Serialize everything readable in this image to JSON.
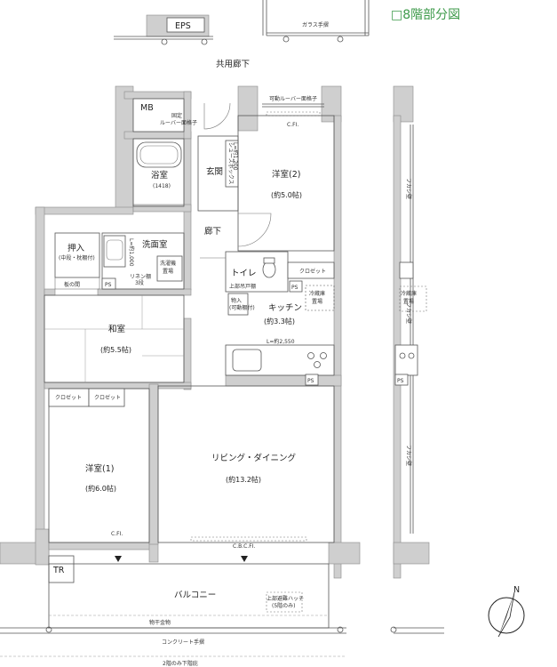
{
  "title": "□8階部分図",
  "corridor": "共用廊下",
  "eps": "EPS",
  "glass_rail_top": "ガラス手摺",
  "mb": "MB",
  "fixed_louver": [
    "固定",
    "ルーバー面格子"
  ],
  "movable_louver": "可動ルーバー面格子",
  "cfi": "C.FI.",
  "bath": {
    "name": "浴室",
    "size": "(1418)"
  },
  "entrance": "玄関",
  "shoe_box": "シューズボックス",
  "shoe_box_dim": "L=約1,200",
  "western2": {
    "name": "洋室(2)",
    "size": "(約5.0帖)"
  },
  "hall": "廊下",
  "washroom": "洗面室",
  "washer_place": [
    "洗濯機",
    "置場"
  ],
  "linen_shelf": [
    "リネン棚",
    "3段"
  ],
  "ps": "PS",
  "oshiire": {
    "name": "押入",
    "note": "(中段・枕棚付)"
  },
  "itanoma": "板の間",
  "toilet": "トイレ",
  "upper_cabinet": "上部吊戸棚",
  "closet": "クロゼット",
  "fridge": [
    "冷蔵庫",
    "置場"
  ],
  "storage": [
    "物入",
    "(可動棚付)"
  ],
  "kitchen": {
    "name": "キッチン",
    "size": "(約3.3帖)"
  },
  "counter_len": "L=約2,550",
  "washitsu": {
    "name": "和室",
    "size": "(約5.5帖)"
  },
  "western1": {
    "name": "洋室(1)",
    "size": "(約6.0帖)"
  },
  "living": {
    "name": "リビング・ダイニング",
    "size": "(約13.2帖)"
  },
  "cbcfi": "C.B.C.FI.",
  "tr": "TR",
  "balcony": "バルコニー",
  "hatch": [
    "上部避難ハッチ",
    "(5階のみ)"
  ],
  "drying_rack": "物干金物",
  "concrete_rail": "コンクリート手摺",
  "second_floor_note": "2階のみ下階庇",
  "fukashi": "フカシ壁",
  "north": "N"
}
